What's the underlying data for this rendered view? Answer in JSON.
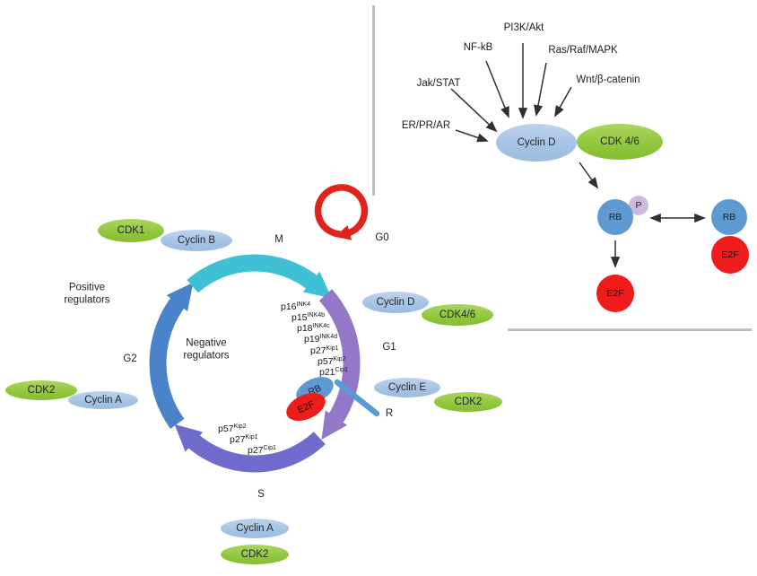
{
  "signaling_panel": {
    "pathway_labels": [
      "PI3K/Akt",
      "NF-kB",
      "Ras/Raf/MAPK",
      "Jak/STAT",
      "Wnt/β-catenin",
      "ER/PR/AR"
    ],
    "cyclin_d": "Cyclin D",
    "cdk46": "CDK 4/6",
    "rb": "RB",
    "phospho": "P",
    "rb_bound": "RB",
    "e2f_bound": "E2F",
    "e2f_released": "E2F"
  },
  "cell_cycle_panel": {
    "phases": {
      "m": "M",
      "g0": "G0",
      "g1": "G1",
      "g2": "G2",
      "s": "S"
    },
    "restriction_point": "R",
    "positive_regulators": "Positive regulators",
    "negative_regulators": "Negative regulators",
    "complexes": {
      "cdk1": "CDK1",
      "cyclin_b": "Cyclin B",
      "cyclin_d": "Cyclin D",
      "cdk46": "CDK4/6",
      "cyclin_e": "Cyclin E",
      "cdk2_g1s": "CDK2",
      "cdk2_g2": "CDK2",
      "cyclin_a_g2": "Cyclin A",
      "cyclin_a_s": "Cyclin A",
      "cdk2_s": "CDK2"
    },
    "rb": "RB",
    "e2f": "E2F",
    "g1_inhibitors": [
      {
        "base": "p16",
        "sup": "INK4"
      },
      {
        "base": "p15",
        "sup": "INK4b"
      },
      {
        "base": "p18",
        "sup": "INK4c"
      },
      {
        "base": "p19",
        "sup": "INK4d"
      },
      {
        "base": "p27",
        "sup": "Kip1"
      },
      {
        "base": "p57",
        "sup": "Kip2"
      },
      {
        "base": "p21",
        "sup": "Cip1"
      }
    ],
    "s_inhibitors": [
      {
        "base": "p57",
        "sup": "Kip2"
      },
      {
        "base": "p27",
        "sup": "Kip1"
      },
      {
        "base": "p27",
        "sup": "Cip1"
      }
    ]
  },
  "colors": {
    "cyclin_ellipse_blue": "#a9c6e6",
    "cdk_ellipse_green": "#95c93f",
    "rb_circle_blue": "#5e9ad2",
    "e2f_red": "#ee1d1b",
    "phospho_lavender": "#ccbade",
    "m_arc_cyan": "#3fc0d4",
    "g2_arc_blue": "#4b83c9",
    "g1_arc_purple": "#9478c8",
    "s_arc_violet": "#6f6cce",
    "g0_arrow_red": "#e0241c",
    "divider_gray": "#b9b9b9"
  }
}
